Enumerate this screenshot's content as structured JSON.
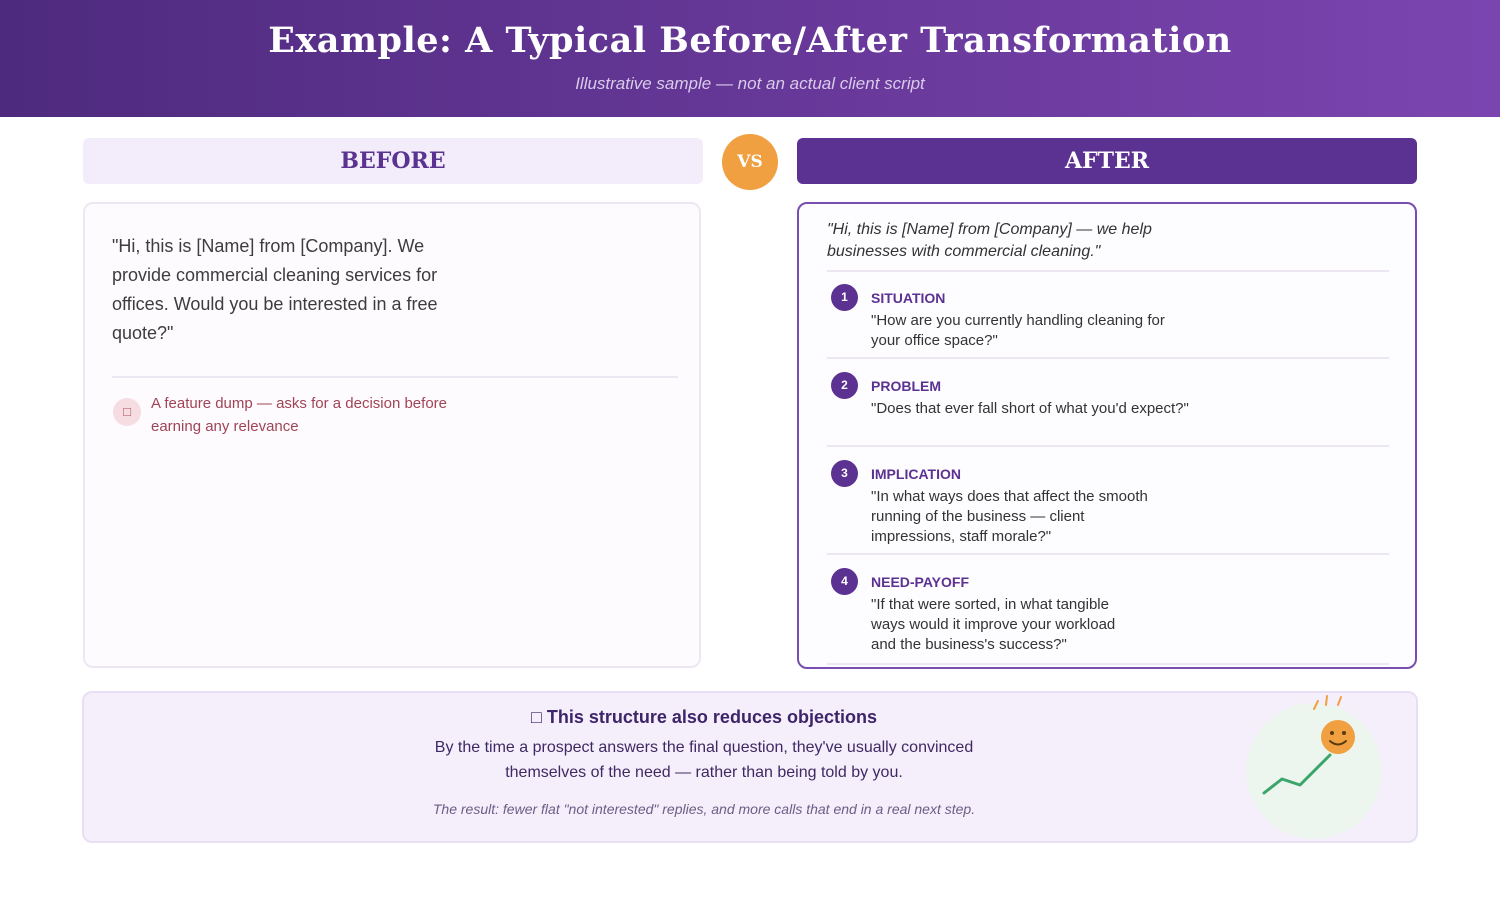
{
  "header": {
    "title": "Example: A Typical Before/After Transformation",
    "subtitle": "Illustrative sample — not an actual client script"
  },
  "before": {
    "heading": "BEFORE",
    "quote": "\"Hi, this is [Name] from [Company]. We provide commercial cleaning services for offices. Would you be interested in a free quote?\"",
    "warning_icon": "□",
    "warning": "A feature dump — asks for a decision before earning any relevance"
  },
  "vs_label": "VS",
  "after": {
    "heading": "AFTER",
    "intro": "\"Hi, this is [Name] from [Company] — we help businesses with commercial cleaning.\"",
    "steps": [
      {
        "num": "1",
        "label": "SITUATION",
        "text": "\"How are you currently handling cleaning for your office space?\""
      },
      {
        "num": "2",
        "label": "PROBLEM",
        "text": "\"Does that ever fall short of what you'd expect?\""
      },
      {
        "num": "3",
        "label": "IMPLICATION",
        "text": "\"In what ways does that affect the smooth running of the business — client impressions, staff morale?\""
      },
      {
        "num": "4",
        "label": "NEED-PAYOFF",
        "text": "\"If that were sorted, in what tangible ways would it improve your workload and the business's success?\""
      }
    ]
  },
  "summary": {
    "title": "□ This structure also reduces objections",
    "body": "By the time a prospect answers the final question, they've usually convinced themselves of the need — rather than being told by you.",
    "note": "The result: fewer flat \"not interested\" replies, and more calls that end in a real next step.",
    "illustration_icon": "smiley-growth-chart-icon"
  },
  "colors": {
    "header_start": "#4e2a7e",
    "header_end": "#7b45b0",
    "accent_purple": "#5b3192",
    "vs_orange": "#f0a040",
    "warning_red": "#a04456",
    "chart_green": "#3aa66a"
  }
}
